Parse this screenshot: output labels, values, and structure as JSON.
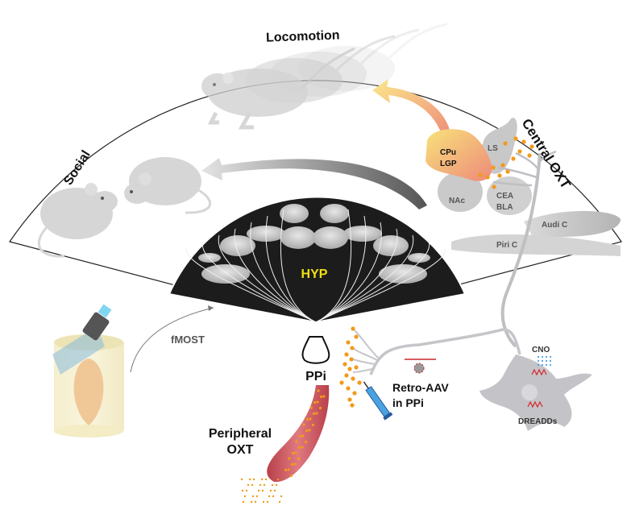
{
  "labels": {
    "locomotion": "Locomotion",
    "social": "Social",
    "central_oxt": "Central OXT",
    "hyp": "HYP",
    "ppi": "PPi",
    "fmost": "fMOST",
    "peripheral_line1": "Peripheral",
    "peripheral_line2": "OXT",
    "retro_line1": "Retro-AAV",
    "retro_line2": "in  PPi",
    "cno": "CNO",
    "dreadds": "DREADDs"
  },
  "regions": {
    "cpu": "CPu",
    "lgp": "LGP",
    "ls": "LS",
    "nac": "NAc",
    "cea": "CEA",
    "bla": "BLA",
    "audi": "Audi C",
    "piri": "Piri C"
  },
  "colors": {
    "hyp_text": "#f0e010",
    "hyp_bg": "#1c1c1c",
    "oxt_dot": "#f29a1a",
    "cno_dot": "#4aa3e0",
    "dreadd_red": "#d8262a",
    "region_gray": "#c9c9cb",
    "vessel": "#c8505a"
  }
}
